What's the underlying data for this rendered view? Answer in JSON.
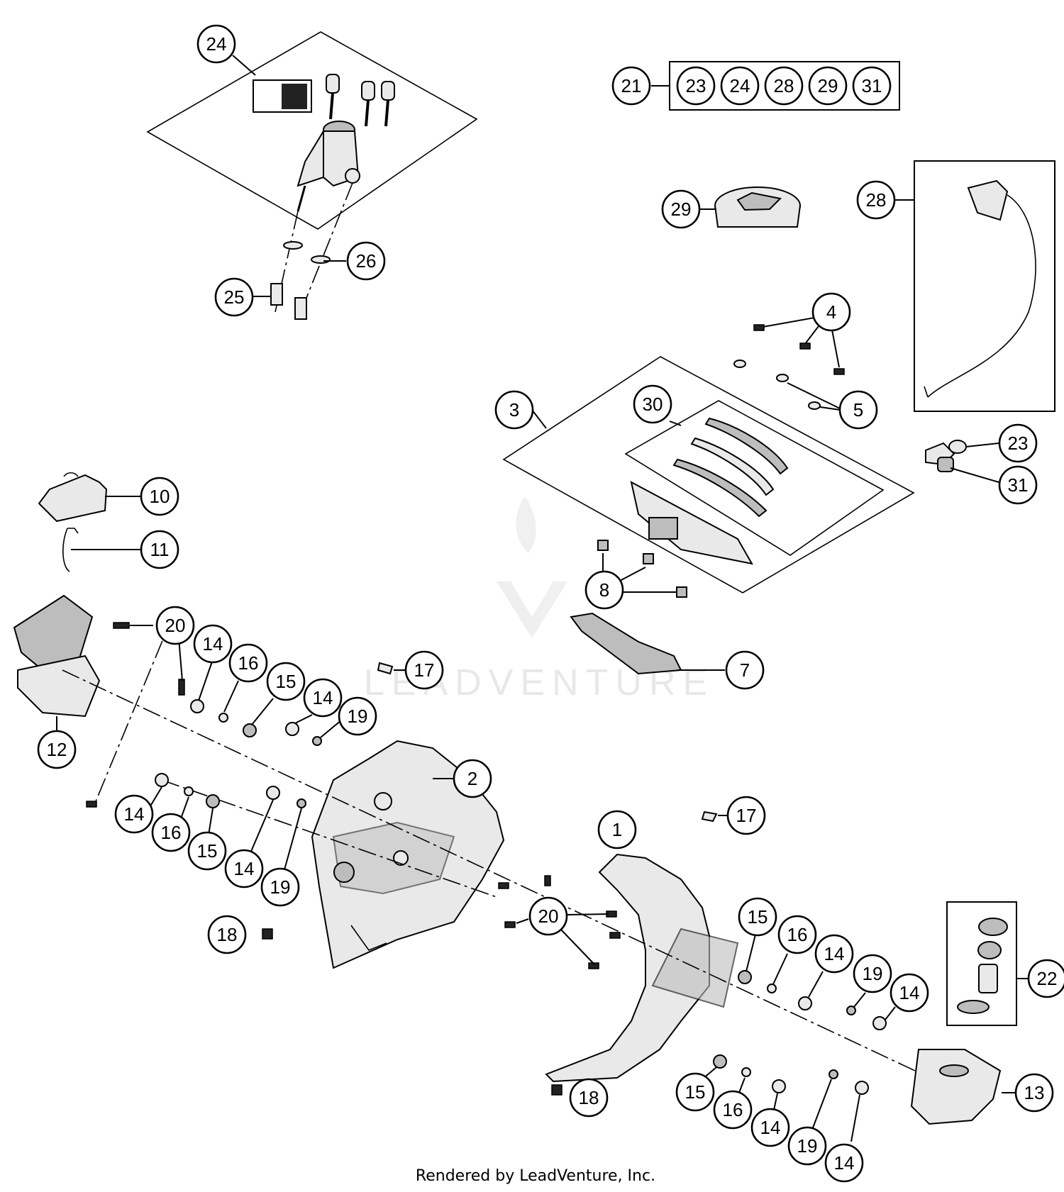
{
  "kit_group": {
    "main": "21",
    "members": [
      "23",
      "24",
      "28",
      "29",
      "31"
    ]
  },
  "callouts": {
    "c1": "1",
    "c2": "2",
    "c3": "3",
    "c4": "4",
    "c5": "5",
    "c7": "7",
    "c8": "8",
    "c10": "10",
    "c11": "11",
    "c12": "12",
    "c13": "13",
    "c14a": "14",
    "c14b": "14",
    "c14c": "14",
    "c14d": "14",
    "c14e": "14",
    "c14f": "14",
    "c14g": "14",
    "c14h": "14",
    "c15a": "15",
    "c15b": "15",
    "c15c": "15",
    "c15d": "15",
    "c16a": "16",
    "c16b": "16",
    "c16c": "16",
    "c16d": "16",
    "c17a": "17",
    "c17b": "17",
    "c18a": "18",
    "c18b": "18",
    "c19a": "19",
    "c19b": "19",
    "c19c": "19",
    "c19d": "19",
    "c20a": "20",
    "c20b": "20",
    "c22": "22",
    "c23": "23",
    "c24": "24",
    "c25": "25",
    "c26": "26",
    "c28": "28",
    "c29": "29",
    "c30": "30",
    "c31": "31"
  },
  "watermark": "LEADVENTURE",
  "footer": "Rendered by LeadVenture, Inc."
}
